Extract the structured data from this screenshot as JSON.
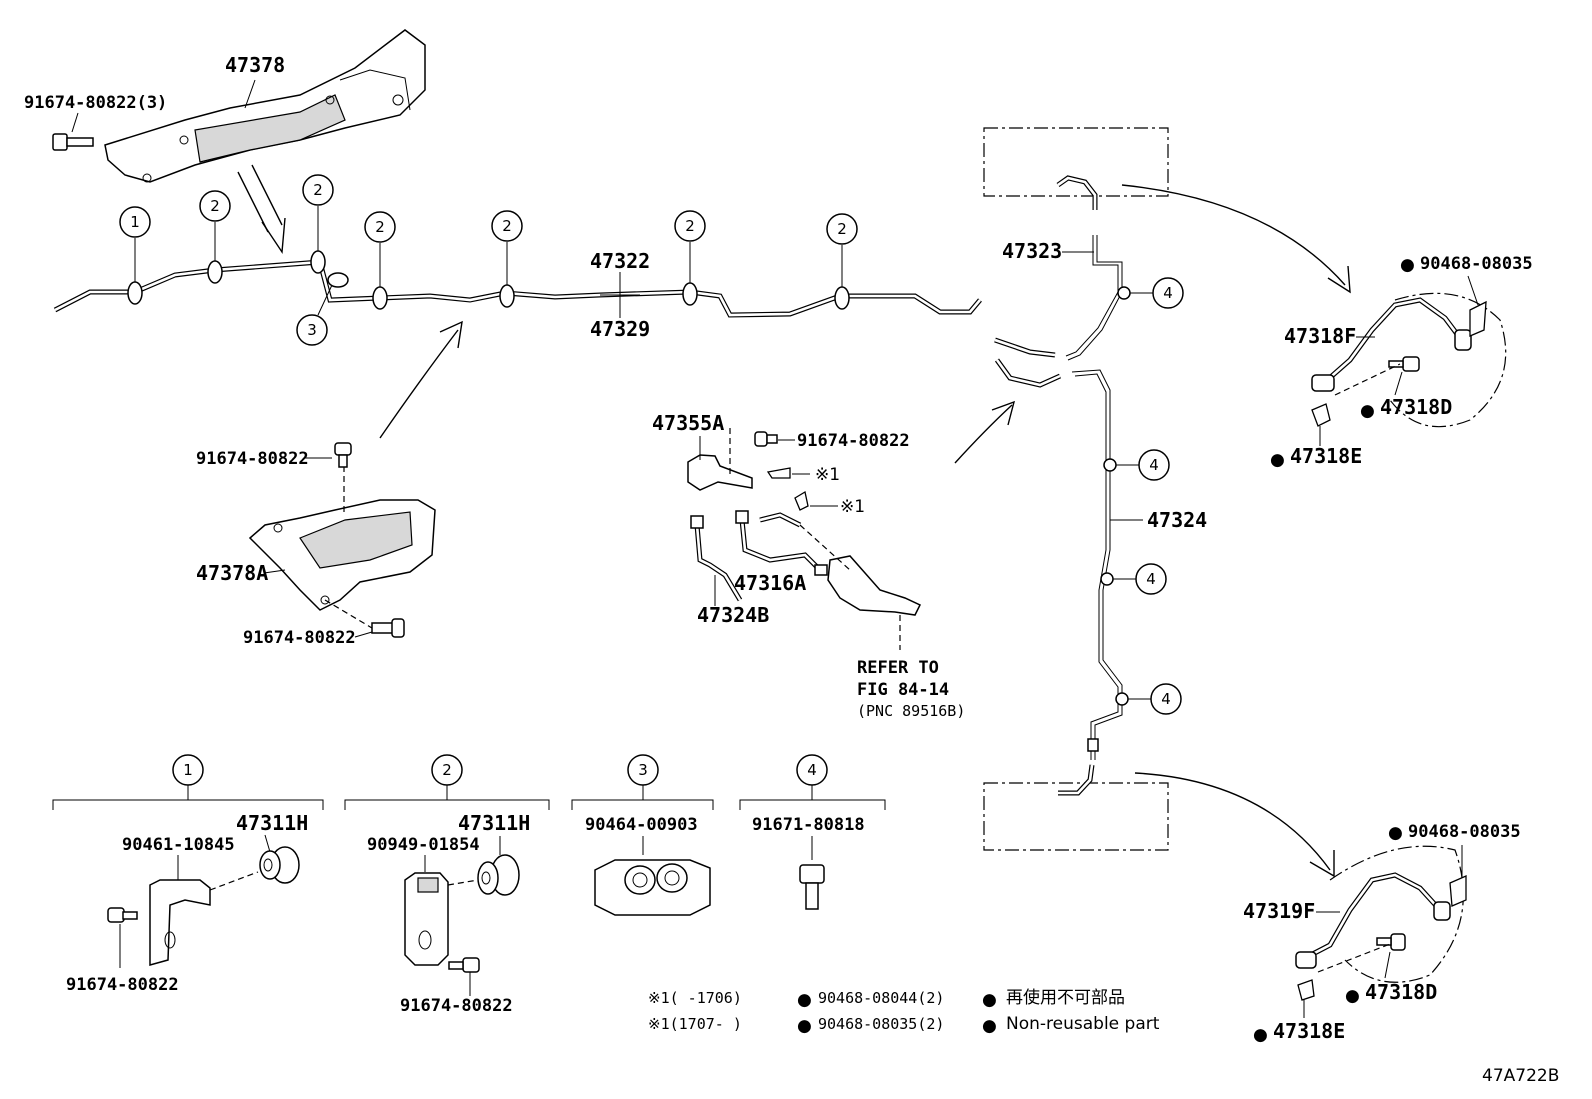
{
  "labels": {
    "p47378": "47378",
    "p91674_3": "91674-80822(3)",
    "p47322": "47322",
    "p47329": "47329",
    "p91674_a": "91674-80822",
    "p47378A": "47378A",
    "p91674_b": "91674-80822",
    "p47355A": "47355A",
    "p91674_c": "91674-80822",
    "note1a": "※1",
    "note1b": "※1",
    "p47316A": "47316A",
    "p47324B": "47324B",
    "refer1": "REFER TO",
    "refer2": "FIG 84-14",
    "refer3": "(PNC 89516B)",
    "p47323": "47323",
    "p47324": "47324",
    "p90468_top": "90468-08035",
    "p47318F": "47318F",
    "p47318D_top": "47318D",
    "p47318E_top": "47318E",
    "p90468_bot": "90468-08035",
    "p47319F": "47319F",
    "p47318D_bot": "47318D",
    "p47318E_bot": "47318E",
    "k1_47311H": "47311H",
    "k1_90461": "90461-10845",
    "k1_91674": "91674-80822",
    "k2_47311H": "47311H",
    "k2_90949": "90949-01854",
    "k2_91674": "91674-80822",
    "k3_90464": "90464-00903",
    "k4_91671": "91671-80818",
    "foot1_left": "※1(    -1706)",
    "foot1_part": "90468-08044(2)",
    "foot2_left": "※1(1707-    )",
    "foot2_part": "90468-08035(2)",
    "legend_jp": "再使用不可部品",
    "legend_en": "Non-reusable part",
    "fig_code": "47A722B"
  },
  "callouts": {
    "c1": "1",
    "c2": "2",
    "c3": "3",
    "c4": "4"
  },
  "colors": {
    "ink": "#000000",
    "paper": "#ffffff",
    "shade": "#d8d8d8"
  }
}
